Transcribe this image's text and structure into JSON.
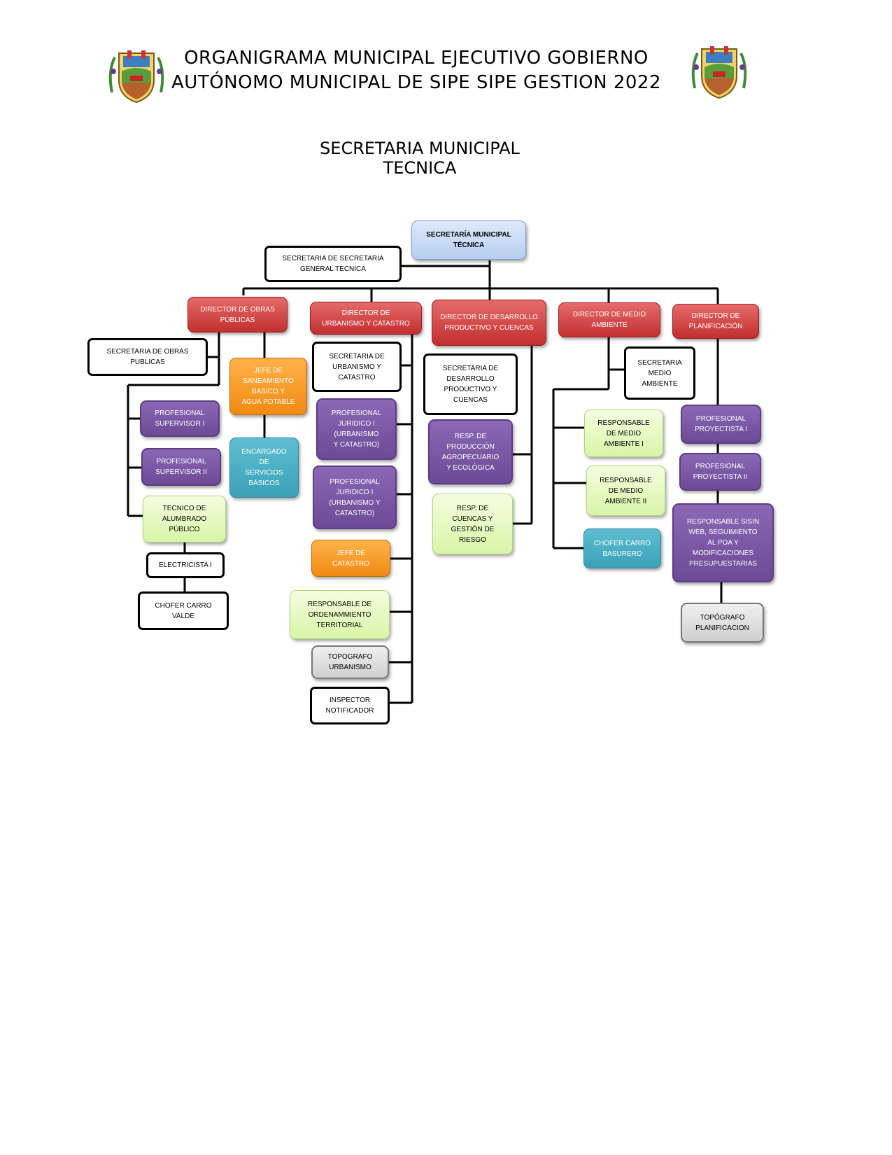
{
  "header": {
    "title_line1": "ORGANIGRAMA MUNICIPAL EJECUTIVO GOBIERNO",
    "title_line2": "AUTÓNOMO MUNICIPAL DE SIPE SIPE GESTION 2022",
    "subtitle_line1": "SECRETARIA MUNICIPAL",
    "subtitle_line2": "TECNICA"
  },
  "colors": {
    "blue": "#c6d9f5",
    "red": "#d24040",
    "orange": "#f39b22",
    "purple": "#7b59a6",
    "teal": "#46acc3",
    "green": "#e6f9c2",
    "gray": "#dcdcdc",
    "white": "#ffffff"
  },
  "org": {
    "root": "SECRETARÍA MUNICIPAL\nTÉCNICA",
    "secretaria_general": "SECRETARIA DE SECRETARIA\nGENERAL TECNICA",
    "obras": {
      "director": "DIRECTOR DE OBRAS\nPÚBLICAS",
      "secretaria": "SECRETARIA DE OBRAS\nPUBLICAS",
      "jefe_saneamiento": "JEFE DE\nSANEAMIENTO\nBASICO Y\nAGUA POTABLE",
      "encargado": "ENCARGADO\nDE\nSERVICIOS\nBÁSICOS",
      "supervisor1": "PROFESIONAL\nSUPERVISOR I",
      "supervisor2": "PROFESIONAL\nSUPERVISOR II",
      "tecnico": "TECNICO DE\nALUMBRADO\nPÚBLICO",
      "electricista": "ELECTRICISTA I",
      "chofer": "CHOFER CARRO\nVALDE"
    },
    "urbanismo": {
      "director": "DIRECTOR DE\nURBANISMO Y CATASTRO",
      "secretaria": "SECRETARIA DE\nURBANISMO Y\nCATASTRO",
      "juridico1": "PROFESIONAL\nJURIDICO I\n(URBANISMO\nY CATASTRO)",
      "juridico2": "PROFESIONAL\nJURIDICO I\n(URBANISMO Y\nCATASTRO)",
      "jefe_catastro": "JEFE DE\nCATASTRO",
      "ordenamiento": "RESPONSABLE DE\nORDENAMMIENTO\nTERRITORIAL",
      "topografo": "TOPOGRAFO\nURBANISMO",
      "inspector": "INSPECTOR\nNOTIFICADOR"
    },
    "desarrollo": {
      "director": "DIRECTOR DE DESARROLLO\nPRODUCTIVO Y CUENCAS",
      "secretaria": "SECRETARIA DE\nDESARROLLO\nPRODUCTIVO Y\nCUENCAS",
      "produccion": "RESP. DE\nPRODUCCIÓN\nAGROPECUARIO\nY ECOLÓGICA",
      "cuencas": "RESP. DE\nCUENCAS Y\nGESTIÓN DE\nRIESGO"
    },
    "ambiente": {
      "director": "DIRECTOR DE MEDIO\nAMBIENTE",
      "secretaria": "SECRETARIA\nMEDIO\nAMBIENTE",
      "resp1": "RESPONSABLE\nDE MEDIO\nAMBIENTE I",
      "resp2": "RESPONSABLE\nDE MEDIO\nAMBIENTE II",
      "chofer": "CHOFER CARRO\nBASURERO"
    },
    "planificacion": {
      "director": "DIRECTOR DE\nPLANIFICACIÓN",
      "proyectista1": "PROFESIONAL\nPROYECTISTA I",
      "proyectista2": "PROFESIONAL\nPROYECTISTA II",
      "sisin": "RESPONSABLE SISIN\nWEB, SEGUIMIENTO\nAL POA Y\nMODIFICACIONES\nPRESUPUESTARIAS",
      "topografo": "TOPÓGRAFO\nPLANIFICACION"
    }
  }
}
